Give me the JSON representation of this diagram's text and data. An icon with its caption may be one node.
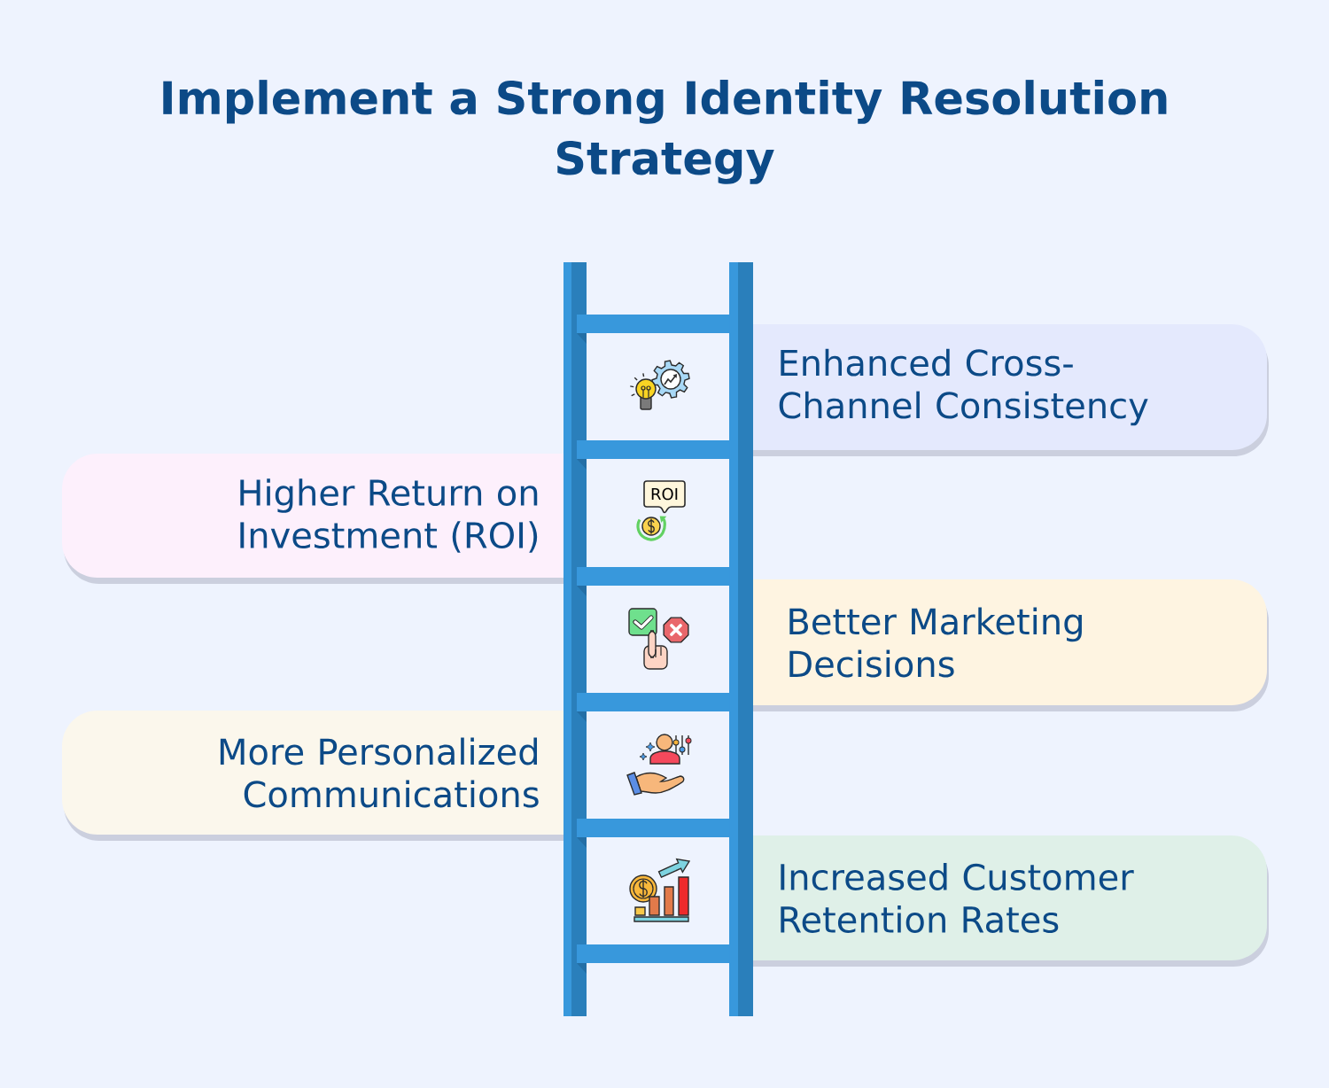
{
  "diagram": {
    "title": "Implement a Strong Identity Resolution Strategy",
    "nodes": [
      {
        "text": [
          "Enhanced Cross-Channel Consistency"
        ]
      },
      {
        "text": [
          "Higher Return on Investment (ROI)"
        ]
      },
      {
        "text": [
          "Better Marketing Decisions"
        ]
      },
      {
        "text": [
          "More Personalized Communications"
        ]
      },
      {
        "text": [
          "Increased Customer Retention Rates"
        ]
      }
    ],
    "labels": [
      "ROI"
    ]
  }
}
